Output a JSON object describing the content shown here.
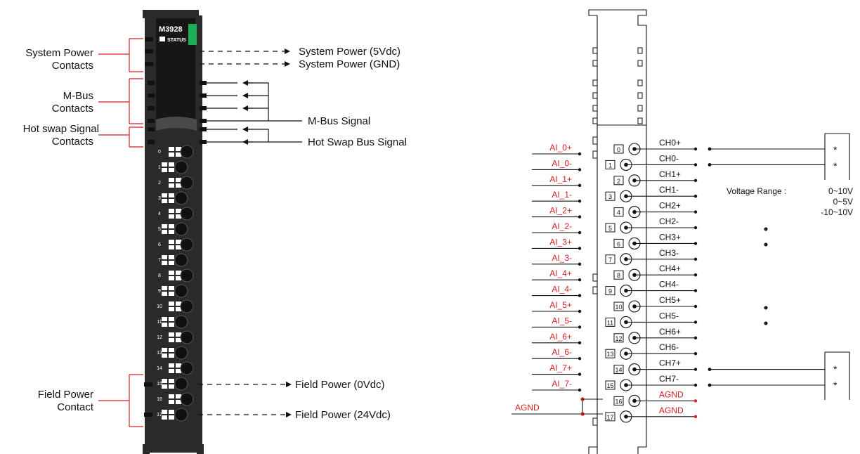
{
  "module": {
    "model": "M3928",
    "status_label": "STATUS",
    "status_color": "#1fae58",
    "body_color": "#2a2a2a",
    "terminal_numbers": [
      "0",
      "1",
      "2",
      "3",
      "4",
      "5",
      "6",
      "7",
      "8",
      "9",
      "10",
      "11",
      "12",
      "13",
      "14",
      "15",
      "16",
      "17"
    ]
  },
  "left_labels": {
    "system_power_contacts": [
      "System Power",
      "Contacts"
    ],
    "mbus_contacts": [
      "M-Bus",
      "Contacts"
    ],
    "hot_swap_contacts": [
      "Hot swap Signal",
      "Contacts"
    ],
    "field_power_contact": [
      "Field Power",
      "Contact"
    ]
  },
  "right_labels": {
    "system_power_5v": "System Power (5Vdc)",
    "system_power_gnd": "System Power (GND)",
    "mbus_signal": "M-Bus Signal",
    "hot_swap_signal": "Hot Swap Bus Signal",
    "field_power_0v": "Field Power (0Vdc)",
    "field_power_24v": "Field Power (24Vdc)"
  },
  "wiring": {
    "ai_labels": [
      "AI_0+",
      "AI_0-",
      "AI_1+",
      "AI_1-",
      "AI_2+",
      "AI_2-",
      "AI_3+",
      "AI_3-",
      "AI_4+",
      "AI_4-",
      "AI_5+",
      "AI_5-",
      "AI_6+",
      "AI_6-",
      "AI_7+",
      "AI_7-"
    ],
    "ch_labels": [
      "CH0+",
      "CH0-",
      "CH1+",
      "CH1-",
      "CH2+",
      "CH2-",
      "CH3+",
      "CH3-",
      "CH4+",
      "CH4-",
      "CH5+",
      "CH5-",
      "CH6+",
      "CH6-",
      "CH7+",
      "CH7-",
      "AGND",
      "AGND"
    ],
    "terminal_numbers": [
      "0",
      "1",
      "2",
      "3",
      "4",
      "5",
      "6",
      "7",
      "8",
      "9",
      "10",
      "11",
      "12",
      "13",
      "14",
      "15",
      "16",
      "17"
    ],
    "agnd_left": "AGND",
    "voltage_range_title": "Voltage Range :",
    "voltage_ranges": [
      "0~10V",
      "0~5V",
      "-10~10V"
    ],
    "sensor_mark": "*",
    "red_color": "#d42020"
  }
}
